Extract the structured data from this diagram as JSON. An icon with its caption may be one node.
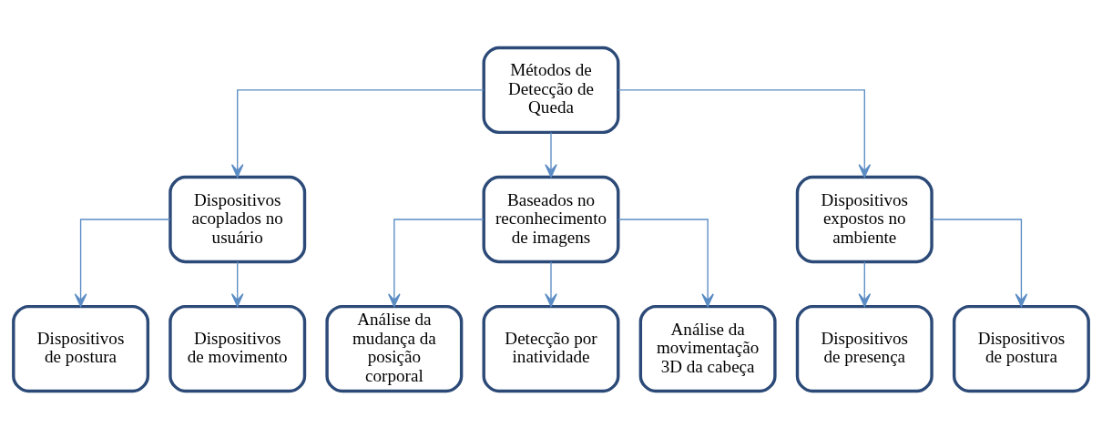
{
  "diagram": {
    "nodes": [
      {
        "text": [
          "Métodos de Detecção de Queda"
        ]
      },
      {
        "text": [
          "Dispositivos acoplados no usuário"
        ]
      },
      {
        "text": [
          "Baseados no reconhecimento de imagens"
        ]
      },
      {
        "text": [
          "Dispositivos expostos no ambiente"
        ]
      },
      {
        "text": [
          "Dispositivos de postura"
        ]
      },
      {
        "text": [
          "Dispositivos de movimento"
        ]
      },
      {
        "text": [
          "Análise da mudança da posição corporal"
        ]
      },
      {
        "text": [
          "Detecção por inatividade"
        ]
      },
      {
        "text": [
          "Análise da movimentação 3D da cabeça"
        ]
      },
      {
        "text": [
          "Dispositivos de presença"
        ]
      },
      {
        "text": [
          "Dispositivos de postura"
        ]
      }
    ],
    "edges": [
      {
        "from": 0,
        "to": 1,
        "arrow": "to"
      },
      {
        "from": 0,
        "to": 2,
        "arrow": "to"
      },
      {
        "from": 0,
        "to": 3,
        "arrow": "to"
      },
      {
        "from": 1,
        "to": 4,
        "arrow": "to"
      },
      {
        "from": 1,
        "to": 5,
        "arrow": "to"
      },
      {
        "from": 2,
        "to": 6,
        "arrow": "to"
      },
      {
        "from": 2,
        "to": 7,
        "arrow": "to"
      },
      {
        "from": 2,
        "to": 8,
        "arrow": "to"
      },
      {
        "from": 3,
        "to": 9,
        "arrow": "to"
      },
      {
        "from": 3,
        "to": 10,
        "arrow": "to"
      }
    ]
  }
}
